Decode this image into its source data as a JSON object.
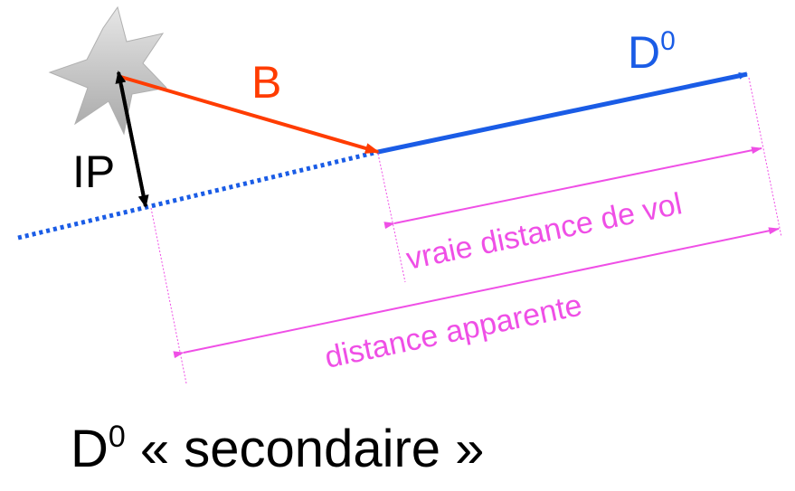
{
  "colors": {
    "b_meson": "#ff3c00",
    "d0_meson": "#1a5ce6",
    "ip": "#000000",
    "annotation": "#ef4fe6",
    "star": "#c8c8c8"
  },
  "labels": {
    "b": "B",
    "d0_base": "D",
    "d0_sup": "0",
    "ip": "IP",
    "true_distance": "vraie distance de vol",
    "apparent_distance": "distance apparente"
  },
  "caption": {
    "base": "D",
    "sup": "0",
    "rest": " « secondaire »"
  }
}
